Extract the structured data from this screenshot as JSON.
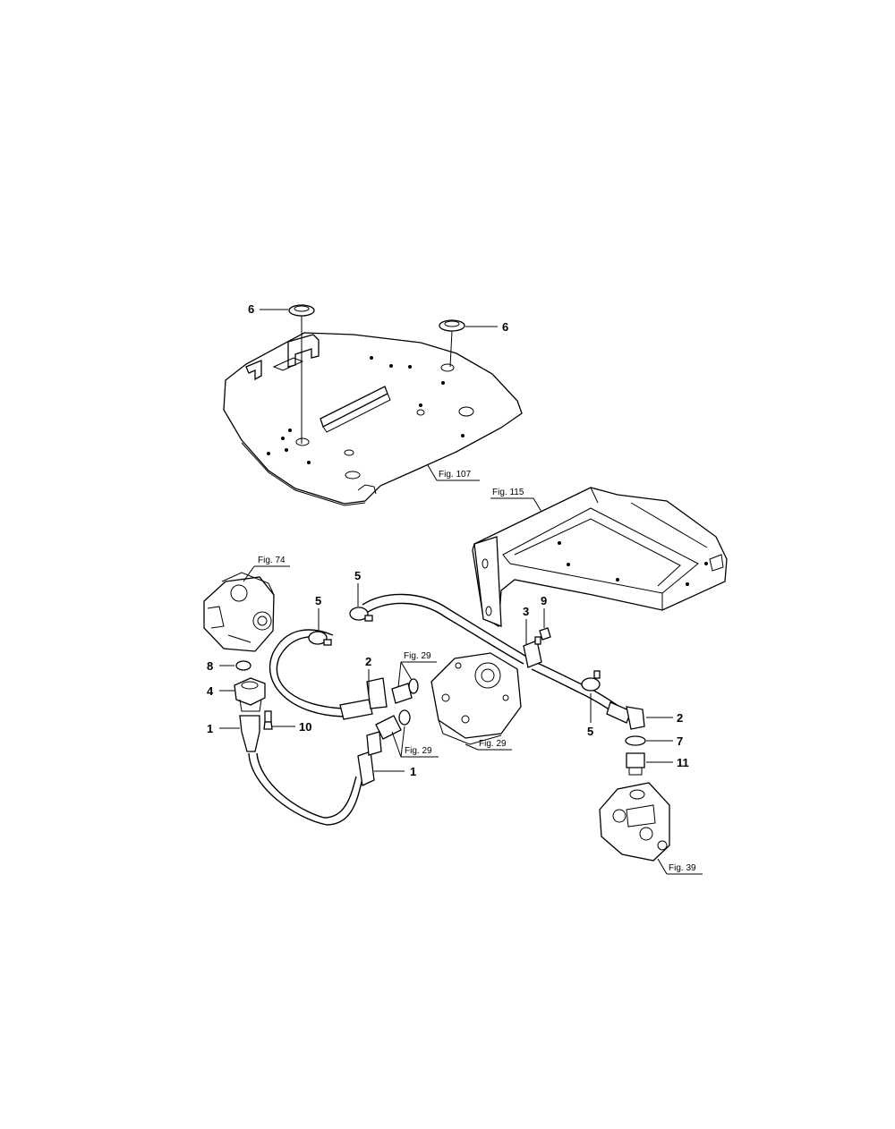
{
  "callouts": {
    "c6a": "6",
    "c6b": "6",
    "c5a": "5",
    "c5b": "5",
    "c5c": "5",
    "c3": "3",
    "c9": "9",
    "c2a": "2",
    "c2b": "2",
    "c8": "8",
    "c4": "4",
    "c1a": "1",
    "c1b": "1",
    "c10": "10",
    "c7": "7",
    "c11": "11"
  },
  "figure_refs": {
    "fig107": "Fig. 107",
    "fig115": "Fig. 115",
    "fig74": "Fig. 74",
    "fig29a": "Fig. 29",
    "fig29b": "Fig. 29",
    "fig29c": "Fig. 29",
    "fig39": "Fig. 39"
  }
}
